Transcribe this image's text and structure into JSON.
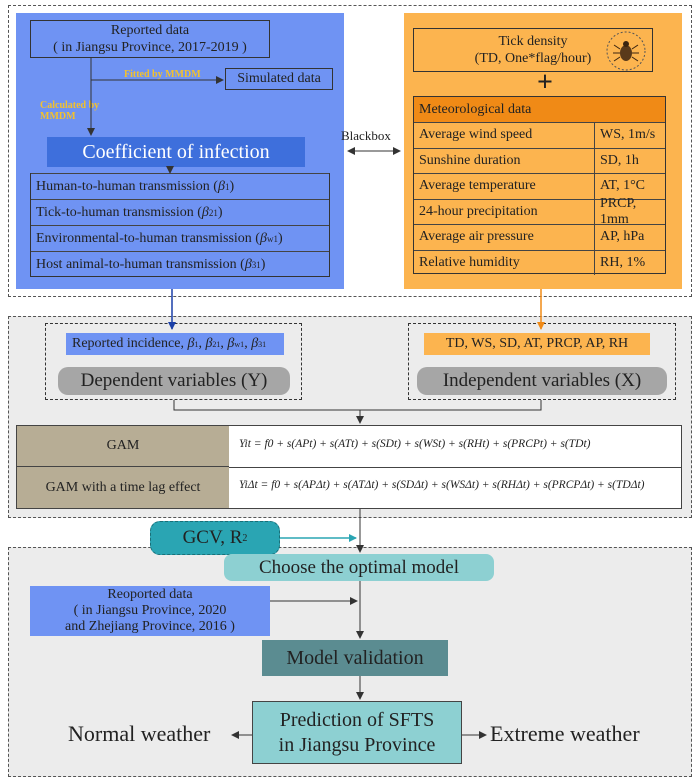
{
  "top_left": {
    "reported_line1": "Reported data",
    "reported_line2": "( in Jiangsu Province, 2017-2019 )",
    "fitted_label": "Fitted by MMDM",
    "simulated": "Simulated data",
    "calculated_line1": "Calculated by",
    "calculated_line2": "MMDM",
    "coefficient": "Coefficient of infection",
    "transmissions": [
      {
        "text": "Human-to-human transmission (",
        "sym": "β",
        "sub": "1",
        "close": ")"
      },
      {
        "text": "Tick-to-human transmission (",
        "sym": "β",
        "sub": "21",
        "close": ")"
      },
      {
        "text": "Environmental-to-human transmission (",
        "sym": "β",
        "sub": "w1",
        "close": ")"
      },
      {
        "text": "Host animal-to-human transmission (",
        "sym": "β",
        "sub": "31",
        "close": ")"
      }
    ]
  },
  "blackbox": "Blackbox",
  "top_right": {
    "tick_line1": "Tick density",
    "tick_line2": "(TD, One*flag/hour)",
    "plus": "+",
    "met_title": "Meteorological data",
    "met_rows": [
      {
        "name": "Average wind speed",
        "unit": "WS, 1m/s"
      },
      {
        "name": "Sunshine duration",
        "unit": "SD, 1h"
      },
      {
        "name": "Average temperature",
        "unit": "AT, 1°C"
      },
      {
        "name": "24-hour precipitation",
        "unit": "PRCP, 1mm"
      },
      {
        "name": "Average air pressure",
        "unit": "AP, hPa"
      },
      {
        "name": "Relative humidity",
        "unit": "RH, 1%"
      }
    ]
  },
  "middle": {
    "reported_incidence": "Reported incidence,",
    "betas": [
      {
        "sym": "β",
        "sub": "1"
      },
      {
        "sym": "β",
        "sub": "21"
      },
      {
        "sym": "β",
        "sub": "w1"
      },
      {
        "sym": "β",
        "sub": "31"
      }
    ],
    "dependent": "Dependent variables (Y)",
    "independent_vars": "TD, WS, SD, AT, PRCP, AP, RH",
    "independent": "Independent variables (X)",
    "gam_label": "GAM",
    "gam_lag_label": "GAM with a time lag effect",
    "eq1": "Yit = f0 + s(APt) + s(ATt) + s(SDt) + s(WSt) + s(RHt) + s(PRCPt) + s(TDt)",
    "eq2": "YiΔt = f0 + s(APΔt) + s(ATΔt) + s(SDΔt) + s(WSΔt) + s(RHΔt) + s(PRCPΔt) + s(TDΔt)"
  },
  "bottom": {
    "gcv": "GCV, R",
    "gcv_sup": "2",
    "choose": "Choose the optimal model",
    "reoported_line1": "Reoported data",
    "reoported_line2": "( in Jiangsu Province, 2020",
    "reoported_line3": "and Zhejiang Province, 2016 )",
    "validation": "Model validation",
    "prediction_line1": "Prediction of SFTS",
    "prediction_line2": "in Jiangsu Province",
    "normal": "Normal weather",
    "extreme": "Extreme weather"
  },
  "colors": {
    "blue_panel": "#6f93f3",
    "coef_bar": "#3e6fdc",
    "orange_panel": "#fcb44f",
    "met_header": "#f08a16",
    "teal": "#2aa5b3",
    "khaki": "#b7ad95",
    "validation": "#5b8c91",
    "prediction": "#8dd0d2"
  }
}
